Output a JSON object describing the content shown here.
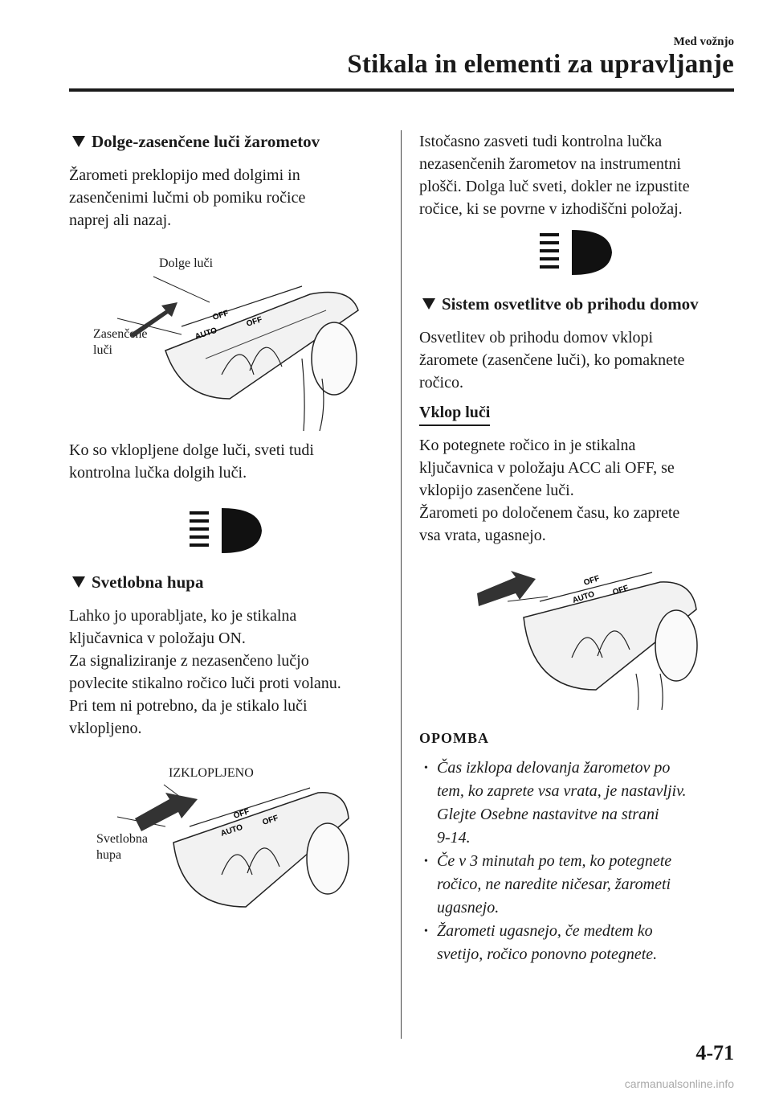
{
  "header": {
    "section": "Med vožnjo",
    "title": "Stikala in elementi za upravljanje"
  },
  "left": {
    "s1": {
      "heading": "Dolge-zasenčene luči žarometov",
      "para1": [
        "Žarometi preklopijo med dolgimi in",
        "zasenčenimi lučmi ob pomiku ročice",
        "naprej ali nazaj."
      ],
      "fig_label_top": "Dolge luči",
      "fig_label_left": [
        "Zasenčene",
        "luči"
      ],
      "para2": [
        "Ko so vklopljene dolge luči, sveti tudi",
        "kontrolna lučka dolgih luči."
      ]
    },
    "s2": {
      "heading": "Svetlobna hupa",
      "para": [
        "Lahko jo uporabljate, ko je stikalna",
        "ključavnica v položaju ON.",
        "Za signaliziranje z nezasenčeno lučjo",
        "povlecite stikalno ročico luči proti volanu.",
        "Pri tem ni potrebno, da je stikalo luči",
        "vklopljeno."
      ],
      "fig_label_top": "IZKLOPLJENO",
      "fig_label_left": [
        "Svetlobna",
        "hupa"
      ]
    }
  },
  "right": {
    "para1": [
      "Istočasno zasveti tudi kontrolna lučka",
      "nezasenčenih žarometov na instrumentni",
      "plošči. Dolga luč sveti, dokler ne izpustite",
      "ročice, ki se povrne v izhodiščni položaj."
    ],
    "s3": {
      "heading": "Sistem osvetlitve ob prihodu domov",
      "para": [
        "Osvetlitev ob prihodu domov vklopi",
        "žaromete (zasenčene luči), ko pomaknete",
        "ročico."
      ],
      "subheading": "Vklop luči",
      "para2": [
        "Ko potegnete ročico in je stikalna",
        "ključavnica v položaju ACC ali OFF, se",
        "vklopijo zasenčene luči.",
        "Žarometi po določenem času, ko zaprete",
        "vsa vrata, ugasnejo."
      ]
    },
    "note": {
      "title": "OPOMBA",
      "items": [
        [
          "Čas izklopa delovanja žarometov po",
          "tem, ko zaprete vsa vrata, je nastavljiv.",
          "Glejte Osebne nastavitve na strani",
          "9-14."
        ],
        [
          "Če v 3 minutah po tem, ko potegnete",
          "ročico, ne naredite ničesar, žarometi",
          "ugasnejo."
        ],
        [
          "Žarometi ugasnejo, če medtem ko",
          "svetijo, ročico ponovno potegnete."
        ]
      ]
    }
  },
  "switch_text": {
    "off": "OFF",
    "auto": "AUTO"
  },
  "footer": {
    "page": "4-71",
    "watermark": "carmanualsonline.info"
  }
}
